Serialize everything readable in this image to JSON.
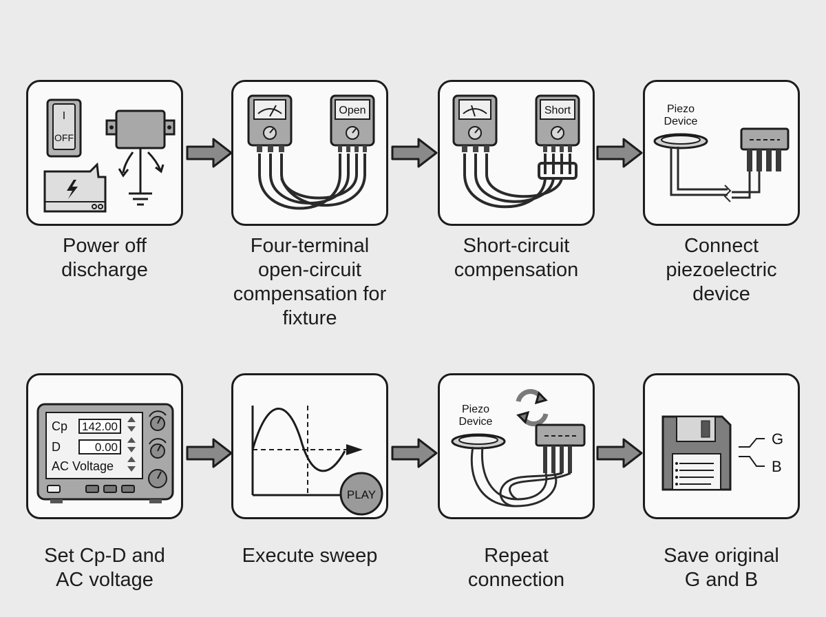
{
  "steps": [
    {
      "label": "Power off\ndischarge",
      "switch_on": "I",
      "switch_off": "OFF"
    },
    {
      "label": "Four-terminal\nopen-circuit\ncompensation for\nfixture",
      "meter_text": "Open"
    },
    {
      "label": "Short-circuit\ncompensation",
      "meter_text": "Short"
    },
    {
      "label": "Connect\npiezoelectric\ndevice",
      "device_line1": "Piezo",
      "device_line2": "Device"
    },
    {
      "label": "Set Cp-D and\nAC voltage",
      "param1_name": "Cp",
      "param1_value": "142.00",
      "param2_name": "D",
      "param2_value": "0.00",
      "param3_name": "AC Voltage"
    },
    {
      "label": "Execute sweep",
      "play_text": "PLAY"
    },
    {
      "label": "Repeat\nconnection",
      "device_line1": "Piezo",
      "device_line2": "Device"
    },
    {
      "label": "Save original\nG and B",
      "out1": "G",
      "out2": "B"
    }
  ],
  "colors": {
    "background": "#ebebeb",
    "tile": "#fafafa",
    "stroke": "#1c1c1c",
    "arrow_fill": "#8a8a8a",
    "device_gray": "#a8a8a8"
  }
}
